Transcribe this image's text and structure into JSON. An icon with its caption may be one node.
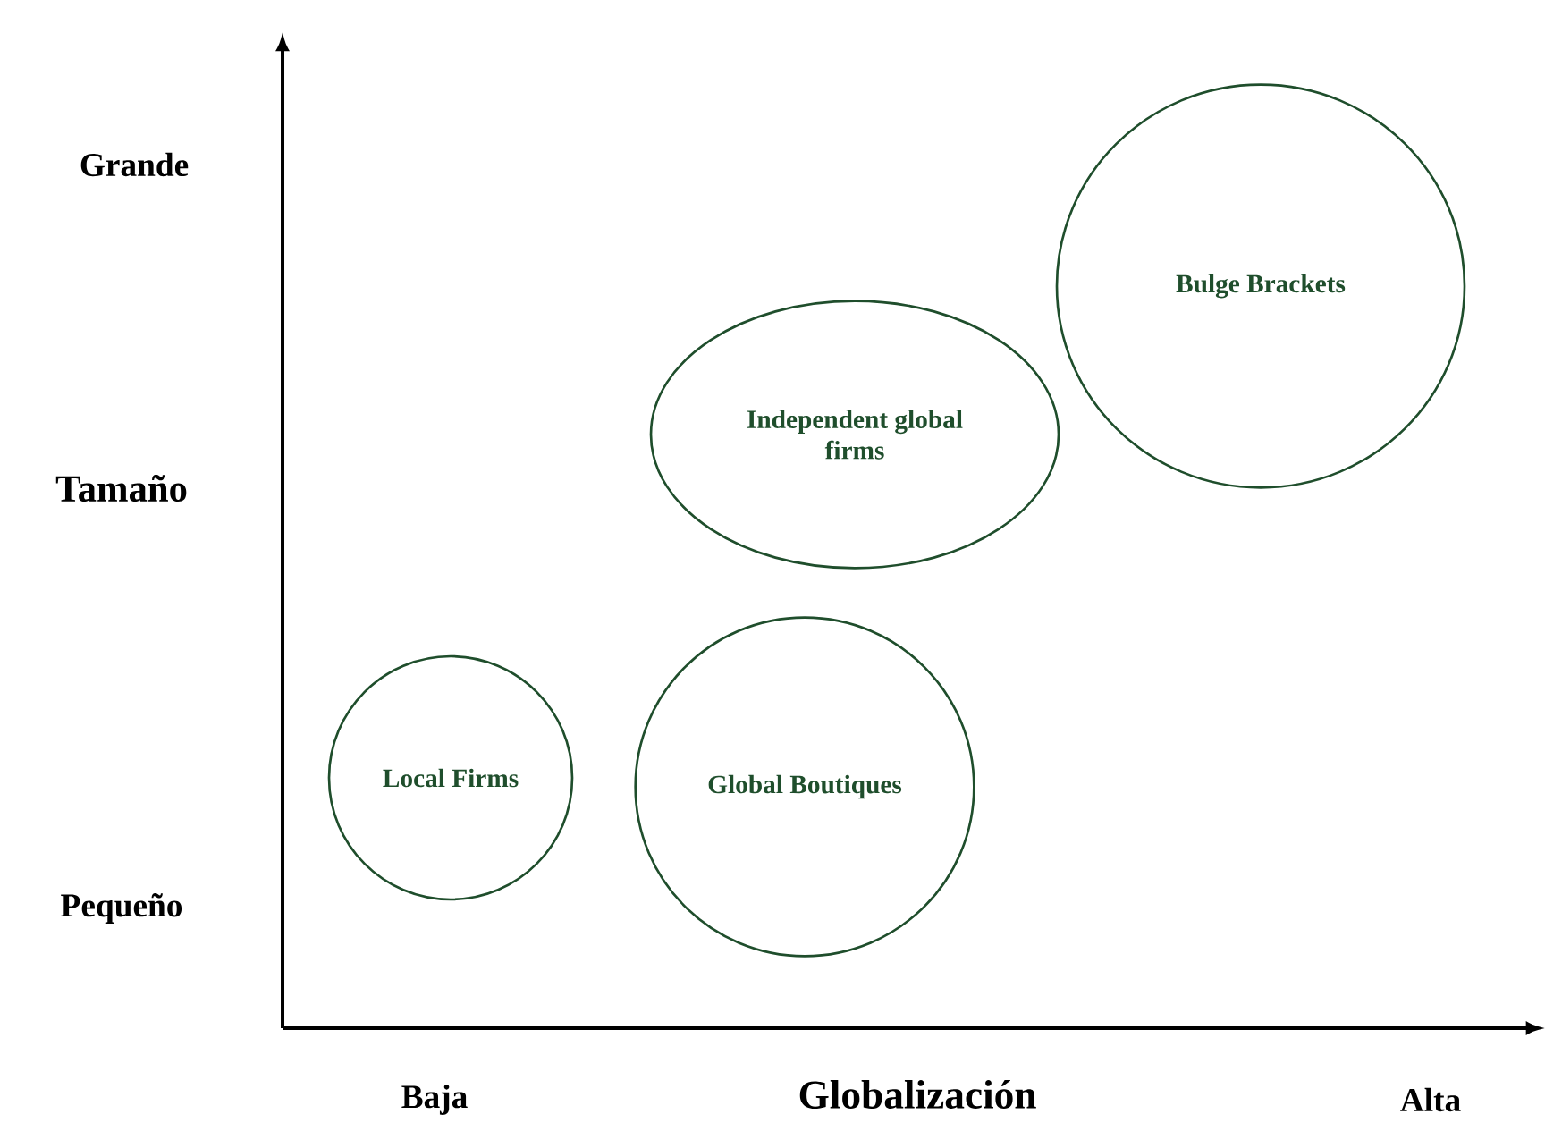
{
  "diagram": {
    "nodes": [
      {
        "text": [
          "Bulge Brackets"
        ]
      },
      {
        "text": [
          "Independent global firms"
        ]
      },
      {
        "text": [
          "Local Firms"
        ]
      },
      {
        "text": [
          "Global Boutiques"
        ]
      }
    ],
    "labels": [
      "Grande",
      "Tamaño",
      "Pequeño",
      "Baja",
      "Globalización",
      "Alta"
    ]
  }
}
